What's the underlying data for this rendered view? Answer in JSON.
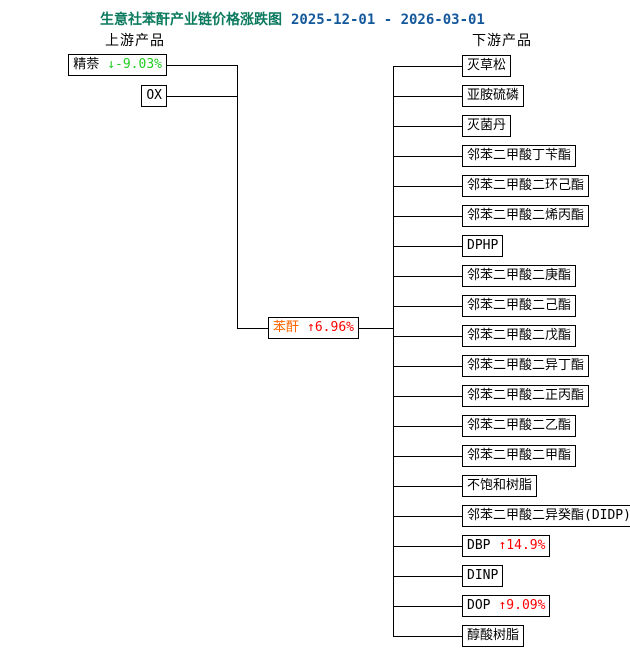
{
  "title": {
    "text": "生意社苯酐产业链价格涨跌图",
    "date_range": "2025-12-01 - 2026-03-01"
  },
  "sections": {
    "upstream_label": "上游产品",
    "downstream_label": "下游产品"
  },
  "upstream": [
    {
      "label": "精萘",
      "change": "↓-9.03%",
      "trend": "down"
    },
    {
      "label": "OX"
    }
  ],
  "center": {
    "label": "苯酐",
    "change": "↑6.96%",
    "trend": "up"
  },
  "downstream": [
    {
      "label": "灭草松"
    },
    {
      "label": "亚胺硫磷"
    },
    {
      "label": "灭菌丹"
    },
    {
      "label": "邻苯二甲酸丁苄酯"
    },
    {
      "label": "邻苯二甲酸二环己酯"
    },
    {
      "label": "邻苯二甲酸二烯丙酯"
    },
    {
      "label": "DPHP"
    },
    {
      "label": "邻苯二甲酸二庚酯"
    },
    {
      "label": "邻苯二甲酸二己酯"
    },
    {
      "label": "邻苯二甲酸二戊酯"
    },
    {
      "label": "邻苯二甲酸二异丁酯"
    },
    {
      "label": "邻苯二甲酸二正丙酯"
    },
    {
      "label": "邻苯二甲酸二乙酯"
    },
    {
      "label": "邻苯二甲酸二甲酯"
    },
    {
      "label": "不饱和树脂"
    },
    {
      "label": "邻苯二甲酸二异癸酯(DIDP)"
    },
    {
      "label": "DBP",
      "change": "↑14.9%",
      "trend": "up"
    },
    {
      "label": "DINP"
    },
    {
      "label": "DOP",
      "change": "↑9.09%",
      "trend": "up"
    },
    {
      "label": "醇酸树脂"
    }
  ],
  "colors": {
    "title_green": "#0b7a5e",
    "date_blue": "#14589c",
    "up_red": "#ff0000",
    "down_green": "#22cc22",
    "center_orange": "#ff6600",
    "line_black": "#000000",
    "text_black": "#000000"
  }
}
